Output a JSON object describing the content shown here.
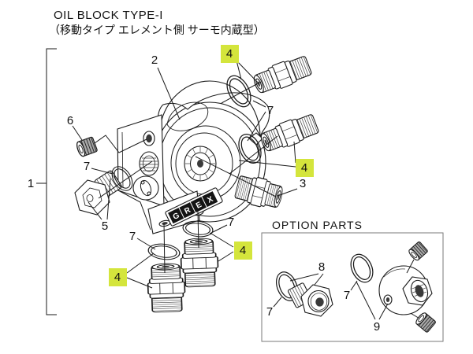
{
  "title": {
    "line1": "OIL BLOCK TYPE-I",
    "line2": "（移動タイプ エレメント側 サーモ内蔵型）"
  },
  "option_box": {
    "label": "OPTION PARTS"
  },
  "logo": {
    "letters": [
      "G",
      "R",
      "E",
      "X"
    ]
  },
  "colors": {
    "highlight": "#d4e53c",
    "line_art": "#1a1a1a"
  },
  "callouts": [
    {
      "num": "1",
      "highlighted": false
    },
    {
      "num": "2",
      "highlighted": false
    },
    {
      "num": "3",
      "highlighted": false
    },
    {
      "num": "4",
      "highlighted": true
    },
    {
      "num": "4",
      "highlighted": true
    },
    {
      "num": "4",
      "highlighted": true
    },
    {
      "num": "4",
      "highlighted": true
    },
    {
      "num": "5",
      "highlighted": false
    },
    {
      "num": "6",
      "highlighted": false
    },
    {
      "num": "7",
      "highlighted": false
    },
    {
      "num": "7",
      "highlighted": false
    },
    {
      "num": "7",
      "highlighted": false
    },
    {
      "num": "7",
      "highlighted": false
    },
    {
      "num": "7",
      "highlighted": false
    },
    {
      "num": "7",
      "highlighted": false
    },
    {
      "num": "8",
      "highlighted": false
    },
    {
      "num": "9",
      "highlighted": false
    }
  ]
}
